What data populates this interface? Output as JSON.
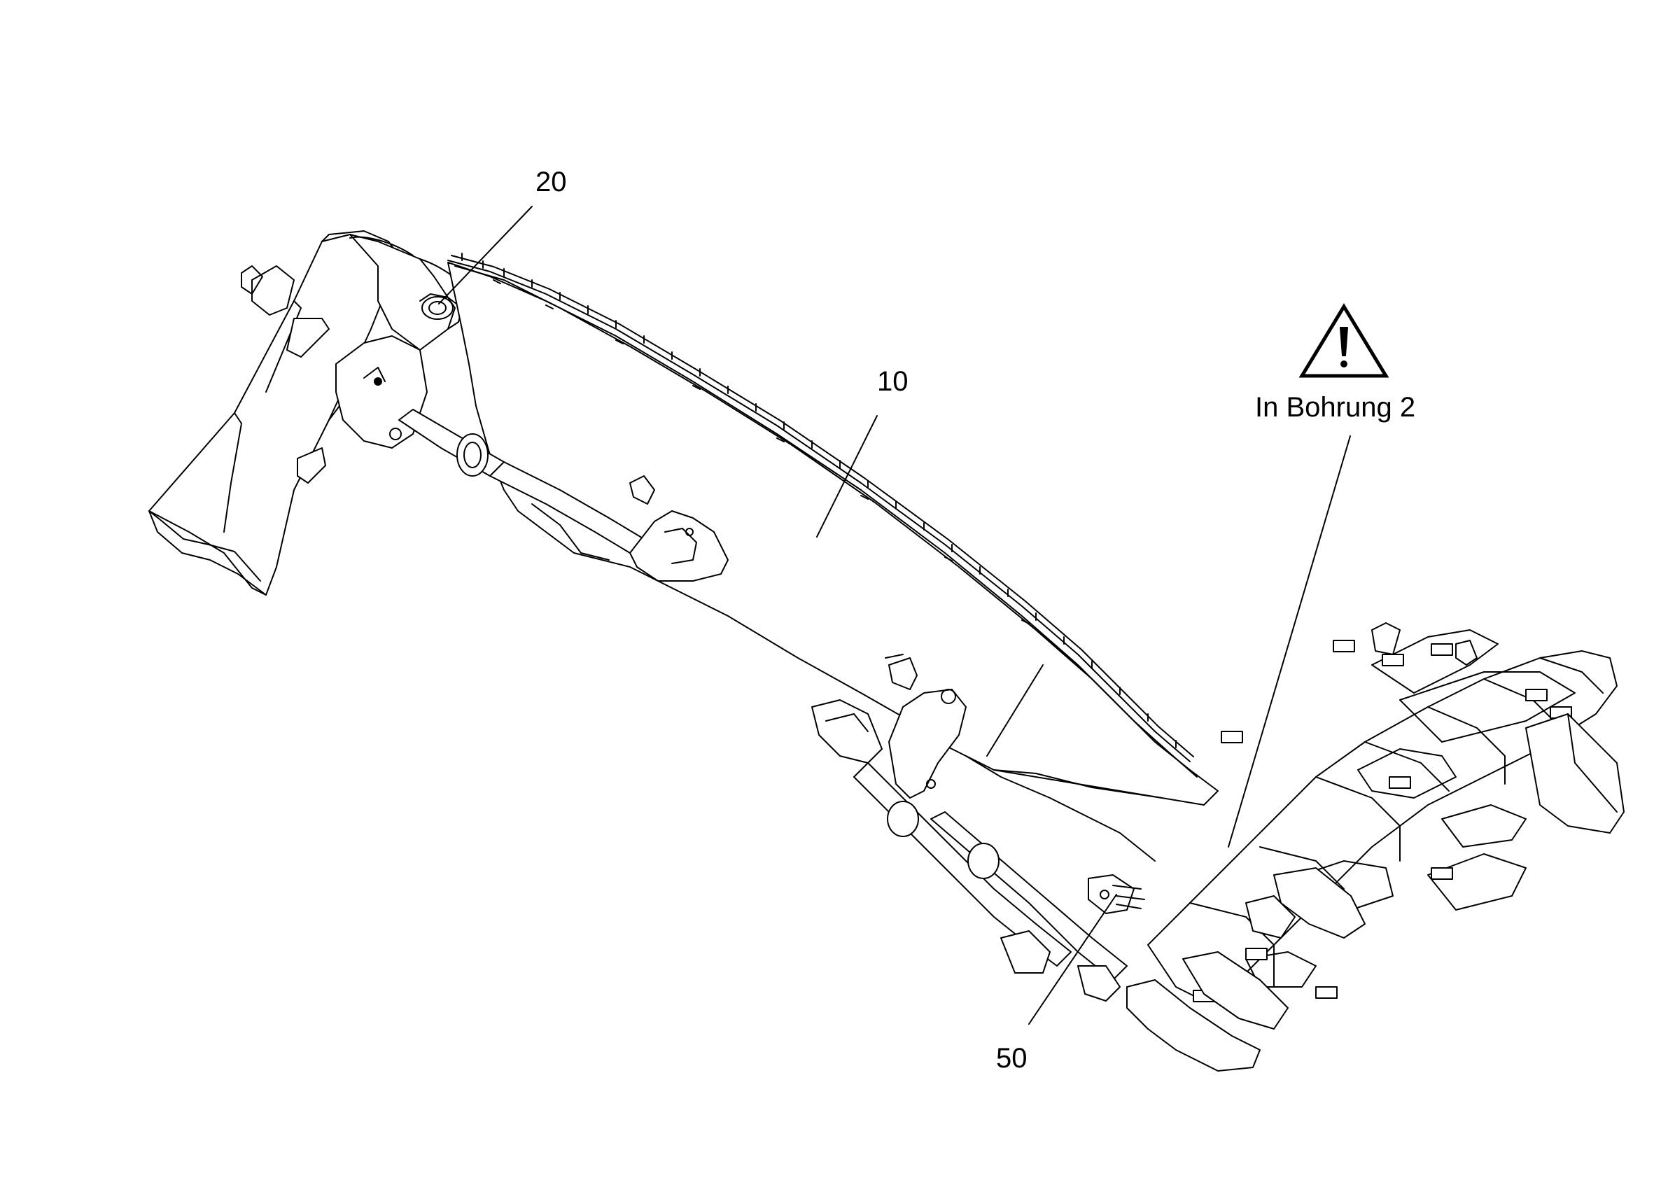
{
  "callouts": {
    "c20": "20",
    "c10": "10",
    "c50": "50"
  },
  "warning": {
    "icon": "warning-triangle-icon",
    "label": "In Bohrung 2"
  },
  "colors": {
    "ink": "#000000",
    "paper": "#ffffff"
  }
}
